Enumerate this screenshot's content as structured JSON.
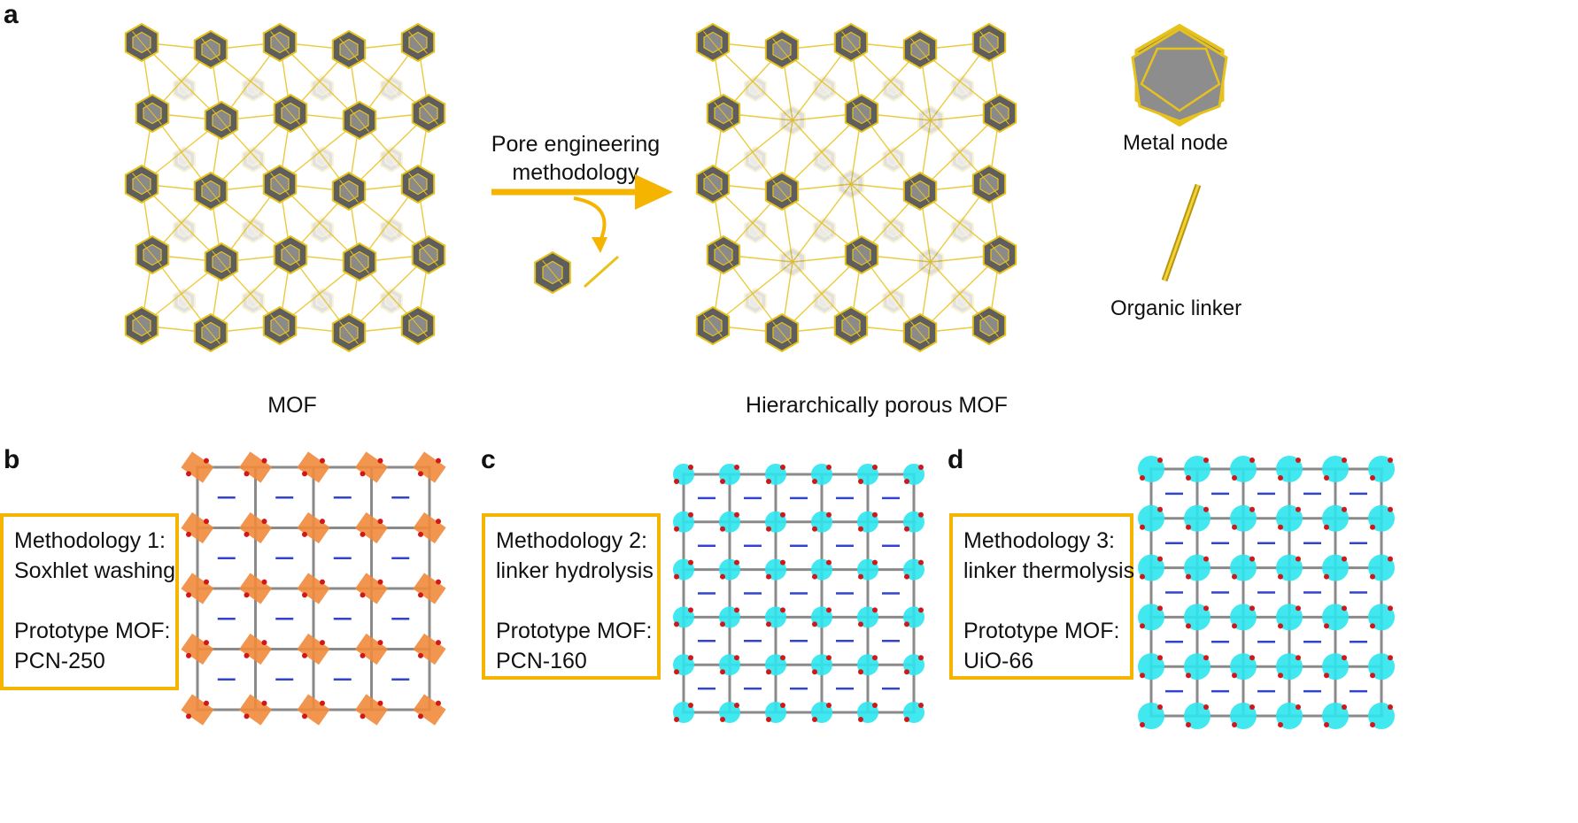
{
  "panels": {
    "a": {
      "letter": "a",
      "left_caption": "MOF",
      "right_caption": "Hierarchically porous MOF",
      "arrow_label_line1": "Pore engineering",
      "arrow_label_line2": "methodology",
      "legend": {
        "metal_node": "Metal node",
        "organic_linker": "Organic linker"
      }
    },
    "b": {
      "letter": "b",
      "method_line1": "Methodology 1:",
      "method_line2": "Soxhlet washing",
      "proto_line1": "Prototype MOF:",
      "proto_line2": "PCN-250",
      "node_color": "#f08a3c"
    },
    "c": {
      "letter": "c",
      "method_line1": "Methodology 2:",
      "method_line2": "linker hydrolysis",
      "proto_line1": "Prototype MOF:",
      "proto_line2": "PCN-160",
      "node_color": "#2ee6ee"
    },
    "d": {
      "letter": "d",
      "method_line1": "Methodology 3:",
      "method_line2": "linker thermolysis",
      "proto_line1": "Prototype MOF:",
      "proto_line2": "UiO-66",
      "node_color": "#2ee6ee"
    }
  },
  "colors": {
    "linker": "#e8c21c",
    "arrow": "#f5b400",
    "node_fill": "#5e5e5e",
    "box_border": "#f5b400"
  }
}
